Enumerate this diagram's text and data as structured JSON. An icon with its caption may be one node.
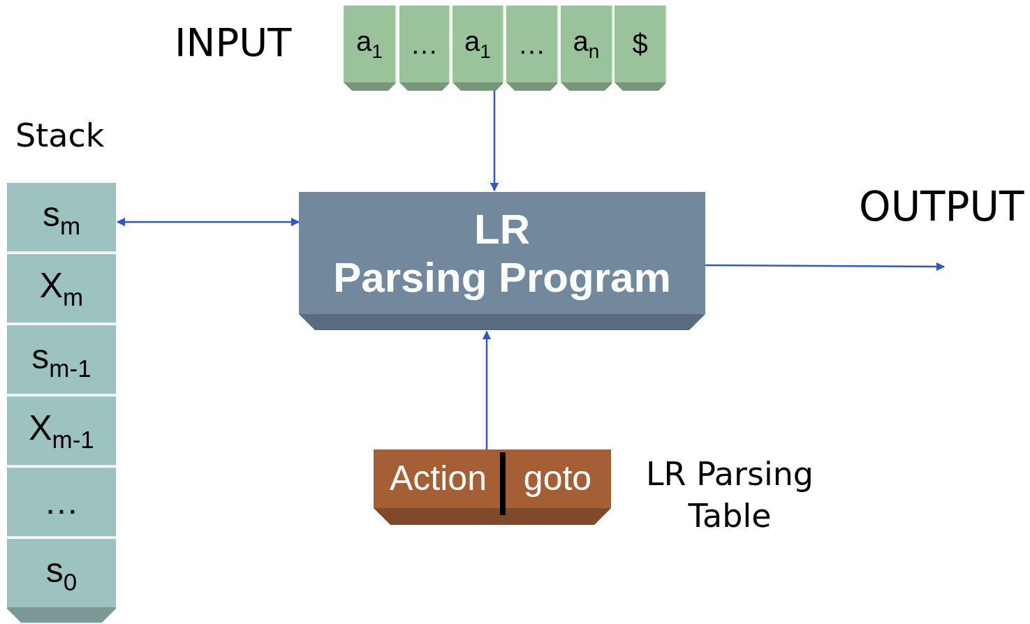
{
  "diagram": {
    "nodes": [
      {
        "text": [
          "INPUT"
        ]
      },
      {
        "text": [
          "a$_{1}$"
        ],
        "in": 0
      },
      {
        "text": [
          "…"
        ],
        "in": 0
      },
      {
        "text": [
          "a$_{1}$"
        ],
        "in": 0
      },
      {
        "text": [
          "…"
        ],
        "in": 0
      },
      {
        "text": [
          "a$_{n}$"
        ],
        "in": 0
      },
      {
        "text": [
          "$"
        ],
        "in": 0
      },
      {
        "text": [
          "Stack"
        ]
      },
      {
        "text": [
          "s$_{m}$"
        ],
        "in": 7
      },
      {
        "text": [
          "X$_{m}$"
        ],
        "in": 7
      },
      {
        "text": [
          "s$_{m-1}$"
        ],
        "in": 7
      },
      {
        "text": [
          "X$_{m-1}$"
        ],
        "in": 7
      },
      {
        "text": [
          "…"
        ],
        "in": 7
      },
      {
        "text": [
          "s$_{0}$"
        ],
        "in": 7
      },
      {
        "text": [
          "LR Parsing Program"
        ]
      },
      {
        "text": [],
        "shape": "box",
        "beside": [
          "LR Parsing Table"
        ]
      },
      {
        "text": [
          "Action"
        ],
        "in": 15
      },
      {
        "text": [
          "goto"
        ],
        "in": 15
      }
    ],
    "edges": [
      {
        "from": 3,
        "to": 14,
        "arrow": "to"
      },
      {
        "from": 14,
        "to": 8,
        "arrow": "both"
      },
      {
        "from": 14,
        "to": null,
        "arrow": "to"
      },
      {
        "from": 15,
        "to": 14,
        "arrow": "to"
      }
    ],
    "labels": [
      "OUTPUT"
    ]
  }
}
